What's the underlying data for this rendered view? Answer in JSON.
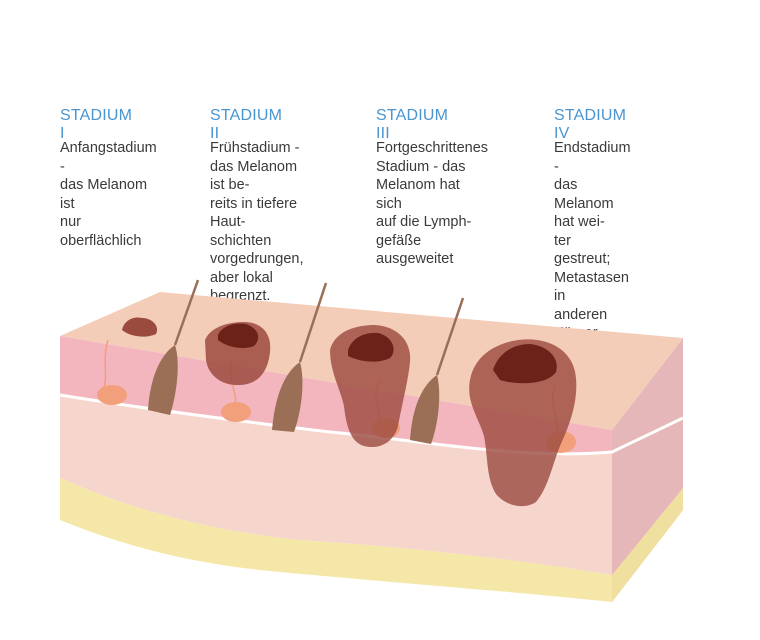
{
  "stages": [
    {
      "title": "STADIUM I",
      "description": "Anfangstadium -\ndas Melanom ist\nnur oberflächlich"
    },
    {
      "title": "STADIUM II",
      "description": "Frühstadium -\ndas Melanom ist be-\nreits in tiefere Haut-\nschichten\nvorgedrungen,\naber lokal begrenzt."
    },
    {
      "title": "STADIUM III",
      "description": "Fortgeschrittenes\nStadium - das\nMelanom hat sich\nauf die Lymph-\ngefäße ausgeweitet"
    },
    {
      "title": "STADIUM IV",
      "description": "Endstadium -\ndas Melanom hat wei-\nter gestreut;\nMetastasen in\nanderen Körper-\nregionen gebildet"
    }
  ],
  "colors": {
    "title": "#4a95cf",
    "text": "#3a3a3a",
    "epidermis_top": "#f4cdb8",
    "dermis_front": "#f3b6be",
    "subcutis_front": "#f6d5cd",
    "fat_layer": "#f5e7a8",
    "melanoma_outer": "#9b4a3e",
    "melanoma_inner": "#6b2219",
    "hair": "#9b6e56",
    "lymph_node": "#f2a07c"
  }
}
